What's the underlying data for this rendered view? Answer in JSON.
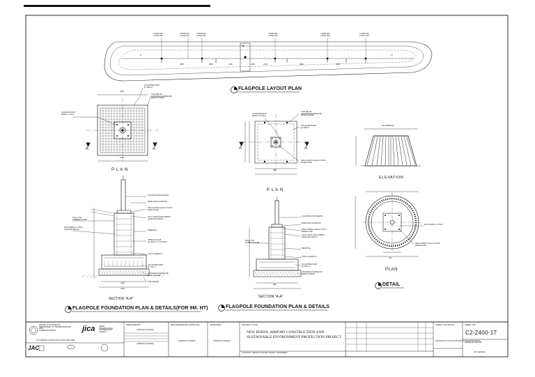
{
  "titles": {
    "layout_plan": "FLAGPOLE LAYOUT PLAN",
    "foundation_9m": "FLAGPOLE FOUNDATION PLAN & DETAILS(FOR 9M. HT)",
    "foundation": "FLAGPOLE FOUNDATION PLAN & DETAILS",
    "detail": "DETAIL"
  },
  "view_labels": {
    "plan_left": "P L A N",
    "plan_mid": "P L A N",
    "plan_right": "PLAN",
    "elevation": "ELEVATION",
    "section_left": "SECTION \"A-A\"",
    "section_mid": "SECTION \"A-A\"",
    "section_mark": "A"
  },
  "notes": {
    "gravel": "10mmØ BACKWAY\n@ 150mm",
    "gravel_outline": "OUTLINE OF\nCRUSHED AGGREGATE\nBASE COURSE",
    "anchor_bolt_left": "4 ANCHOR BOLT\nØ25mm x 75cm.",
    "anchor_bolt_mid": "4 ANCHOR BOLT\nØ25mm L=75cm.",
    "outline_mid": "OUTLINE OF\nCRUSHED AGGREGATE\nBASE COURSE",
    "base_plate_mid": "300mmx300mmx10mm THICK\nBASE PLATE",
    "rebar_mid": "10mmØ BACKWAY\n@ 200mm",
    "flagpole": "FLAGPOLE (STAINLESS)",
    "base_for_flagpole": "BASE FOR FLAGPOLE",
    "base_plate": "300mmx300mmx20mm THICK\nBASE PLATE",
    "leveling_grout": "10mm THICK NON-SHRINK\nLEVELING GROUT",
    "pedestal": "PEDESTAL",
    "spiral": "SPIRAL 10mmØ\n@ 100mm O.C.(PITCH)",
    "rubber_filler": "10mm THK.\nRUBBER FILLER",
    "anchor_sec": "4PCS Ø25mm L=75cm.\n(ANCHOR BOLTS)",
    "ties": "6-12mm @200mm",
    "backway": "12mmØ BACKWAY\n@ 175mm",
    "crushed": "CRUSHED AGGREGATE\nBASE COURSE",
    "subgrade": "SUB-GRADE",
    "anchor_detail": "4PCS Ø25mm L=75cm.",
    "base_plate_detail": "300mmx300mmx10mm THICK\nBASE PLATE"
  },
  "dimensions": {
    "elevation_top": "900 (500DIAM)",
    "layout_coords": [
      "x=3600.000\ny=5011.000",
      "x=3600.000\ny=4521.000",
      "x=3600.000\ny=4511.000",
      "x=3600.000\ny=4501.000",
      "x=3600.000\ny=5011.000",
      "x=3600.000\ny=4971.000"
    ],
    "plan_w": "1200",
    "sec_w": "1400",
    "mid_w": "900",
    "det_w": "600"
  },
  "title_block": {
    "agency_1": "Republic of the Philippines\nDEPARTMENT OF TRANSPORTATION\nAND\nCOMMUNICATIONS",
    "jica_logo": "jica",
    "jica_text": "JAPAN\nINTERNATIONAL\nCOOPERATION\nAGENCY",
    "consultant_line": "JICA DESIGN CONSULTANT JOINT VENTURE",
    "jac_logo": "JAC",
    "prepared_by": "PREPARED BY",
    "recommending": "RECOMMENDING APPROVAL",
    "approved": "APPROVED",
    "project_title_label": "PROJECT TITLE",
    "project_title": "NEW BOHOL AIRPORT CONSTRUCTION AND\nSUSTAINABLE ENVIRONMENT PROTECTION PROJECT",
    "sheet_contents_label": "SHEET CONTENTS",
    "sheet_contents": "FLAGPOLE LAYOUT PLAN AND FOUNDATION DETAIL",
    "sheet_no_label": "SHEET NO.",
    "sheet_no": "C2-2400-17",
    "scale_label": "GRAPHIC SCALE",
    "scale": "AS SHOWN",
    "signed_1": "(ORIGINAL SIGNED)",
    "signed_2": "(ORIGINAL SIGNED)",
    "signed_3": "(ORIGINAL SIGNED)",
    "signed_4": "(ORIGINAL SIGNED)",
    "location": "LOCATION : PANGLAO ISLAND, BOHOL, PHILIPPINES"
  }
}
